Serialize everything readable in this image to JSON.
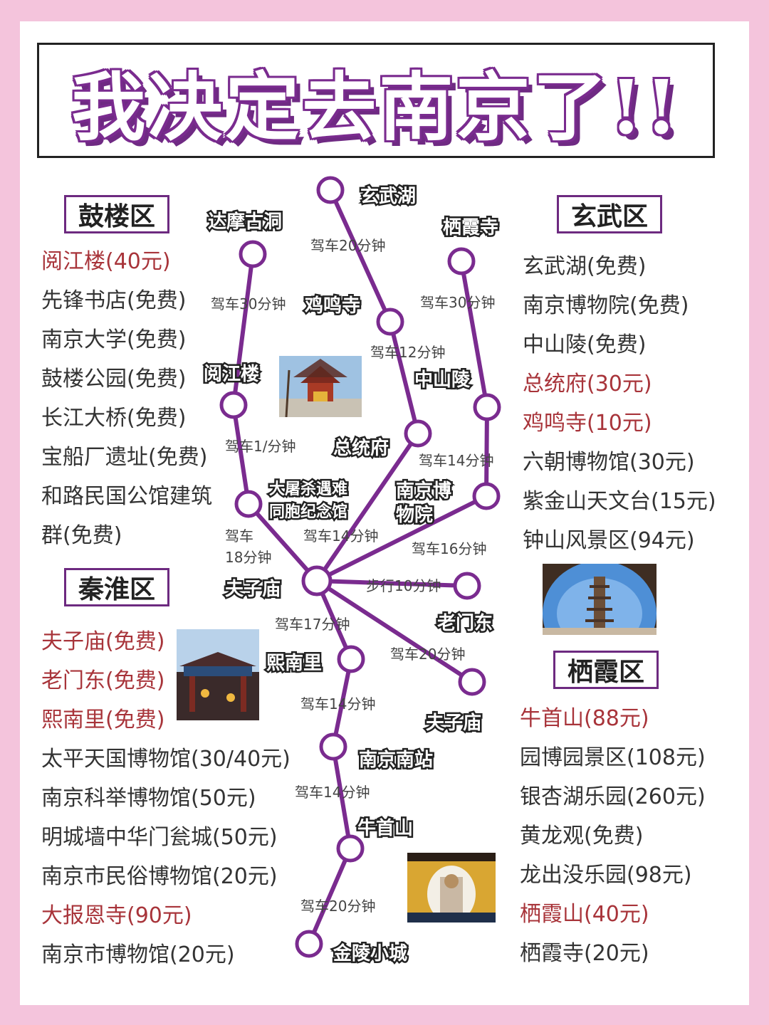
{
  "title": "我决定去南京了!!",
  "districts": {
    "gulou": {
      "name": "鼓楼区",
      "items": [
        {
          "text": "阅江楼(40元)",
          "highlight": true
        },
        {
          "text": "先锋书店(免费)",
          "highlight": false
        },
        {
          "text": "南京大学(免费)",
          "highlight": false
        },
        {
          "text": "鼓楼公园(免费)",
          "highlight": false
        },
        {
          "text": "长江大桥(免费)",
          "highlight": false
        },
        {
          "text": "宝船厂遗址(免费)",
          "highlight": false
        },
        {
          "text": "和路民国公馆建筑",
          "highlight": false
        },
        {
          "text": "群(免费)",
          "highlight": false
        }
      ]
    },
    "xuanwu": {
      "name": "玄武区",
      "items": [
        {
          "text": "玄武湖(免费)",
          "highlight": false
        },
        {
          "text": "南京博物院(免费)",
          "highlight": false
        },
        {
          "text": "中山陵(免费)",
          "highlight": false
        },
        {
          "text": "总统府(30元)",
          "highlight": true
        },
        {
          "text": "鸡鸣寺(10元)",
          "highlight": true
        },
        {
          "text": "六朝博物馆(30元)",
          "highlight": false
        },
        {
          "text": "紫金山天文台(15元)",
          "highlight": false
        },
        {
          "text": "钟山风景区(94元)",
          "highlight": false
        }
      ]
    },
    "qinhuai": {
      "name": "秦淮区",
      "items": [
        {
          "text": "夫子庙(免费)",
          "highlight": true
        },
        {
          "text": "老门东(免费)",
          "highlight": true
        },
        {
          "text": "熙南里(免费)",
          "highlight": true
        },
        {
          "text": "太平天国博物馆(30/40元)",
          "highlight": false
        },
        {
          "text": "南京科举博物馆(50元)",
          "highlight": false
        },
        {
          "text": "明城墙中华门瓮城(50元)",
          "highlight": false
        },
        {
          "text": "南京市民俗博物馆(20元)",
          "highlight": false
        },
        {
          "text": "大报恩寺(90元)",
          "highlight": true
        },
        {
          "text": "南京市博物馆(20元)",
          "highlight": false
        }
      ]
    },
    "qixia": {
      "name": "栖霞区",
      "items": [
        {
          "text": "牛首山(88元)",
          "highlight": true
        },
        {
          "text": "园博园景区(108元)",
          "highlight": false
        },
        {
          "text": "银杏湖乐园(260元)",
          "highlight": false
        },
        {
          "text": "黄龙观(免费)",
          "highlight": false
        },
        {
          "text": "龙出没乐园(98元)",
          "highlight": false
        },
        {
          "text": "栖霞山(40元)",
          "highlight": true
        },
        {
          "text": "栖霞寺(20元)",
          "highlight": false
        }
      ]
    }
  },
  "map": {
    "line_color": "#7a2b8f",
    "stops": {
      "xuanwuhu": "玄武湖",
      "damo": "达摩古洞",
      "qixiasi": "栖霞寺",
      "jimingsi": "鸡鸣寺",
      "yuejianglou": "阅江楼",
      "zhongshanling": "中山陵",
      "zongtongfu": "总统府",
      "datusha": "大屠杀遇难",
      "datusha2": "同胞纪念馆",
      "nanbo": "南京博",
      "nanbo2": "物院",
      "fuzimiao": "夫子庙",
      "laomendong": "老门东",
      "xinanli": "熙南里",
      "fuzimiao2": "夫子庙",
      "nanjingnan": "南京南站",
      "niushoushan": "牛首山",
      "jinling": "金陵小城"
    },
    "legs": {
      "a": "驾车20分钟",
      "b": "驾车30分钟",
      "c": "驾车30分钟",
      "d": "驾车12分钟",
      "e": "驾车1/分钟",
      "f": "驾车14分钟",
      "g": "驾车",
      "g2": "18分钟",
      "h": "驾车14分钟",
      "i": "驾车16分钟",
      "j": "步行10分钟",
      "k": "驾车17分钟",
      "l": "驾车20分钟",
      "m": "驾车14分钟",
      "n": "驾车14分钟",
      "o": "驾车20分钟"
    }
  },
  "photos": {
    "yuejianglou": "pavilion-photo",
    "pagoda": "pagoda-photo",
    "gate": "gate-photo",
    "buddha": "buddha-photo"
  }
}
